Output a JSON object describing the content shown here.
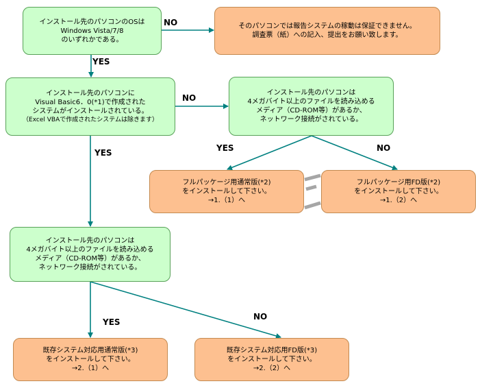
{
  "colors": {
    "decision_fill": "#ccffcc",
    "result_fill": "#fdc090",
    "arrow": "#008080",
    "separator": "#a6a6a6"
  },
  "nodes": {
    "q_os": "インストール先のパソコンのOSは\nWindows Vista/7/8\nのいずれかである。",
    "r_not_supported": "そのパソコンでは報告システムの稼動は保証できません。\n調査票（紙）への記入、提出をお願い致します。",
    "q_vb": "インストール先のパソコンに\nVisual Basic6．0(*1)で作成された\nシステムがインストールされている。",
    "q_vb_note": "（Excel VBAで作成されたシステムは除きます）",
    "q_media_1": "インストール先のパソコンは\n4メガバイト以上のファイルを読み込める\nメディア（CD-ROM等）があるか、\nネットワーク接続がされている。",
    "r_full_normal": "フルパッケージ用通常版(*2)\nをインストールして下さい。\n→1.（1）へ",
    "r_full_fd": "フルパッケージ用FD版(*2)\nをインストールして下さい。\n→1.（2）へ",
    "q_media_2": "インストール先のパソコンは\n4メガバイト以上のファイルを読み込める\nメディア（CD-ROM等）があるか、\nネットワーク接続がされている。",
    "r_existing_normal": "既存システム対応用通常版(*3)\nをインストールして下さい。\n→2.（1）へ",
    "r_existing_fd": "既存システム対応用FD版(*3)\nをインストールして下さい。\n→2.（2）へ"
  },
  "edge_labels": {
    "os_no": "NO",
    "os_yes": "YES",
    "vb_no": "NO",
    "vb_yes": "YES",
    "media1_yes": "YES",
    "media1_no": "NO",
    "media2_yes": "YES",
    "media2_no": "NO"
  }
}
